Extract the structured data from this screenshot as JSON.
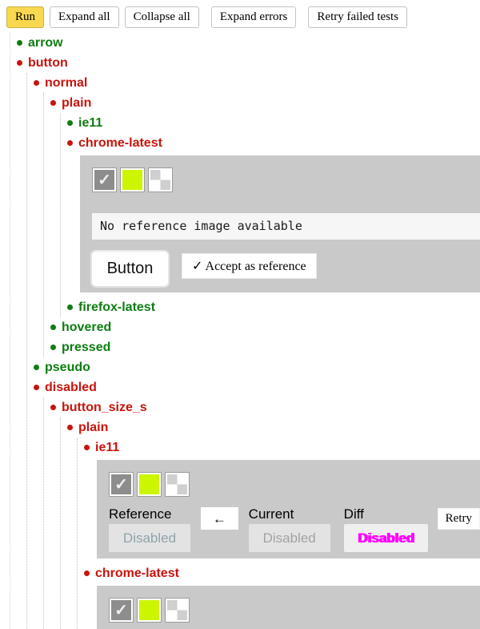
{
  "colors": {
    "passed": "#0e7d12",
    "failed": "#c8140c",
    "run_button_bg": "#f9d84f",
    "panel_bg": "#c9c9c9",
    "swatch_checked_bg": "#8d8d8d",
    "swatch_highlight": "#ccf500",
    "diff_text": "#ff00ff",
    "no_reference_bg": "#f6f6f6",
    "checker_gray": "#cfcfcf"
  },
  "toolbar": {
    "run": "Run",
    "expand_all": "Expand all",
    "collapse_all": "Collapse all",
    "expand_errors": "Expand errors",
    "retry_failed": "Retry failed tests"
  },
  "icons": {
    "check": "✓",
    "swap_arrow": "←"
  },
  "tree": {
    "arrow": {
      "label": "arrow",
      "status": "passed"
    },
    "button": {
      "label": "button",
      "status": "failed"
    },
    "normal": {
      "label": "normal",
      "status": "failed"
    },
    "plain1": {
      "label": "plain",
      "status": "failed"
    },
    "ie11_1": {
      "label": "ie11",
      "status": "passed"
    },
    "chrome1": {
      "label": "chrome-latest",
      "status": "failed"
    },
    "firefox1": {
      "label": "firefox-latest",
      "status": "passed"
    },
    "hovered": {
      "label": "hovered",
      "status": "passed"
    },
    "pressed": {
      "label": "pressed",
      "status": "passed"
    },
    "pseudo": {
      "label": "pseudo",
      "status": "passed"
    },
    "disabled": {
      "label": "disabled",
      "status": "failed"
    },
    "button_size_s": {
      "label": "button_size_s",
      "status": "failed"
    },
    "plain2": {
      "label": "plain",
      "status": "failed"
    },
    "ie11_2": {
      "label": "ie11",
      "status": "failed"
    },
    "chrome2": {
      "label": "chrome-latest",
      "status": "failed"
    }
  },
  "panel_no_reference": {
    "message": "No reference image available",
    "captured_button_text": "Button",
    "accept_button": "✓ Accept as reference"
  },
  "panel_diff": {
    "reference_label": "Reference",
    "current_label": "Current",
    "diff_label": "Diff",
    "retry_button": "Retry",
    "reference_image_text": "Disabled",
    "current_image_text": "Disabled",
    "diff_image_text": "Disabled"
  }
}
